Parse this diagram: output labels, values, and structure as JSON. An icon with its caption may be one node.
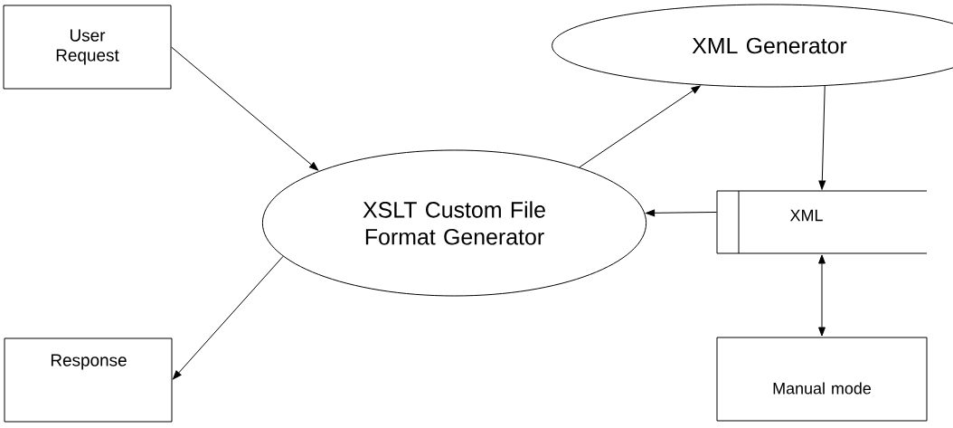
{
  "diagram": {
    "nodes": [
      {
        "text": [
          "User Request"
        ]
      },
      {
        "text": [
          "XSLT Custom File Format Generator"
        ]
      },
      {
        "text": [
          "XML Generator"
        ]
      },
      {
        "text": [
          "XML"
        ]
      },
      {
        "text": [
          "Response"
        ]
      },
      {
        "text": [
          "Manual mode"
        ]
      }
    ],
    "edges": [
      {
        "from": 0,
        "to": 1,
        "arrow": "to"
      },
      {
        "from": 1,
        "to": 2,
        "arrow": "to"
      },
      {
        "from": 2,
        "to": 3,
        "arrow": "to"
      },
      {
        "from": 3,
        "to": 1,
        "arrow": "to"
      },
      {
        "from": 1,
        "to": 4,
        "arrow": "to"
      },
      {
        "from": 3,
        "to": 5,
        "arrow": "both"
      }
    ]
  }
}
